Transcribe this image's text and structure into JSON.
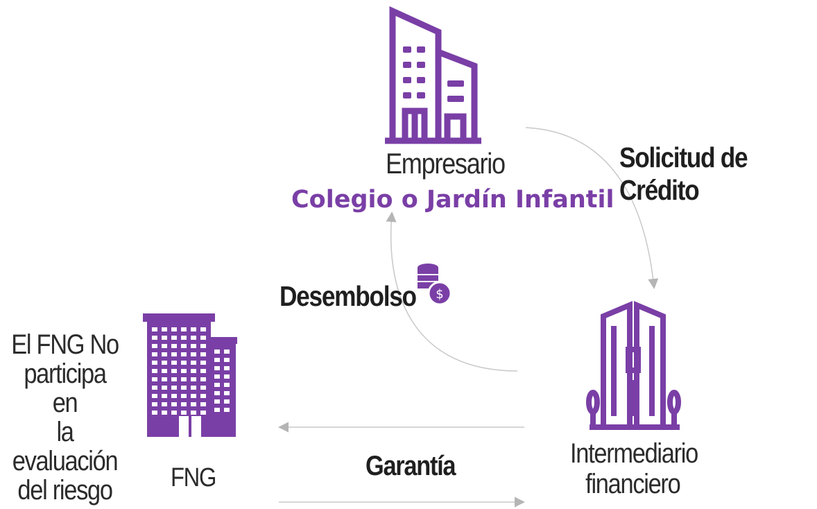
{
  "nodes": {
    "empresario": {
      "label": "Empresario",
      "sublabel": "Colegio o Jardín Infantil"
    },
    "intermediario": {
      "label_line1": "Intermediario",
      "label_line2": "financiero"
    },
    "fng": {
      "label": "FNG",
      "note_lines": [
        "El FNG No",
        "participa en",
        "la evaluación",
        "del riesgo"
      ]
    }
  },
  "edges": {
    "solicitud": {
      "label": "Solicitud de Crédito"
    },
    "desembolso": {
      "label": "Desembolso"
    },
    "garantia": {
      "label": "Garantía"
    }
  },
  "colors": {
    "accent": "#7a3fa6",
    "arrow": "#c4c4c4",
    "text": "#2b2b2b"
  },
  "icons": [
    "building-icon",
    "tower-icon",
    "office-building-icon",
    "money-coins-icon"
  ]
}
